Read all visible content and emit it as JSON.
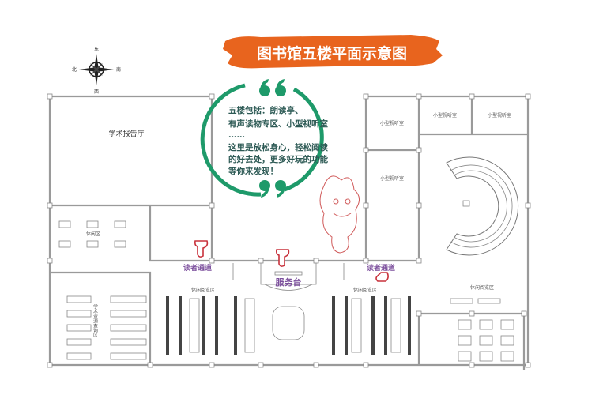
{
  "title": "图书馆五楼平面示意图",
  "compass": {
    "north": "北",
    "south": "南",
    "east": "东",
    "west": "西"
  },
  "intro": {
    "lines": [
      "五楼包括：朗读亭、",
      "有声读物专区、小型视听室",
      "……",
      "这里是放松身心，轻松阅读",
      "的好去处，更多好玩的功能",
      "等你来发现！"
    ]
  },
  "rooms": {
    "lecture_hall": "学术报告厅",
    "leisure_area": "休闲区",
    "academic_query": "学术资源查询区",
    "reading_left": "休闲阅览区",
    "reading_right": "休闲阅览区",
    "reading_east": "休闲阅览区",
    "av_room_1": "小型视听室",
    "av_room_2": "小型视听室",
    "av_room_3": "小型视听室",
    "av_room_4": "小型视听室"
  },
  "markers": {
    "service_desk": "服务台",
    "reader_passage_left": "读者通道",
    "reader_passage_right": "读者通道"
  },
  "colors": {
    "banner": "#e8641e",
    "quote_green": "#1e9a6a",
    "text_green": "#2d5a55",
    "marker_purple": "#7b4e9c",
    "hand_red": "#c8323c"
  }
}
